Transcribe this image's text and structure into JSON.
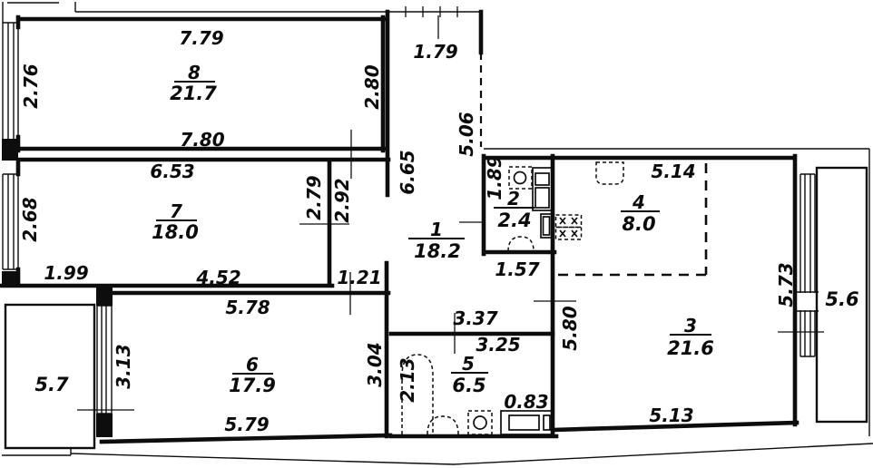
{
  "plan_type": "apartment-floor-plan",
  "rooms": [
    {
      "number": "8",
      "area": "21.7"
    },
    {
      "number": "7",
      "area": "18.0"
    },
    {
      "number": "6",
      "area": "17.9"
    },
    {
      "number": "1",
      "area": "18.2"
    },
    {
      "number": "2",
      "area": "2.4"
    },
    {
      "number": "4",
      "area": "8.0"
    },
    {
      "number": "3",
      "area": "21.6"
    },
    {
      "number": "5",
      "area": "6.5"
    }
  ],
  "balconies": [
    {
      "area": "5.7"
    },
    {
      "area": "5.6"
    }
  ],
  "dims": {
    "room8_top": "7.79",
    "room8_left": "2.76",
    "room8_right": "2.80",
    "room8_bottom": "7.80",
    "entry_width": "1.79",
    "entry_right": "5.06",
    "hall_upper": "6.65",
    "room7_top": "6.53",
    "room7_left": "2.68",
    "room7_right": "2.79",
    "hall_mid": "2.92",
    "room7_bottom_left": "1.99",
    "room7_bottom_right": "4.52",
    "hall_lower": "1.21",
    "room6_top": "5.78",
    "room6_left": "3.13",
    "room6_right": "3.04",
    "room6_bottom": "5.79",
    "room2_left": "1.89",
    "room2_bottom": "1.57",
    "room4_top": "5.14",
    "hall_bottom": "3.37",
    "room5_top": "3.25",
    "bathtub_length": "2.13",
    "room5_right": "0.83",
    "room3_left": "5.80",
    "room3_bottom": "5.13",
    "window_right": "5.73"
  }
}
